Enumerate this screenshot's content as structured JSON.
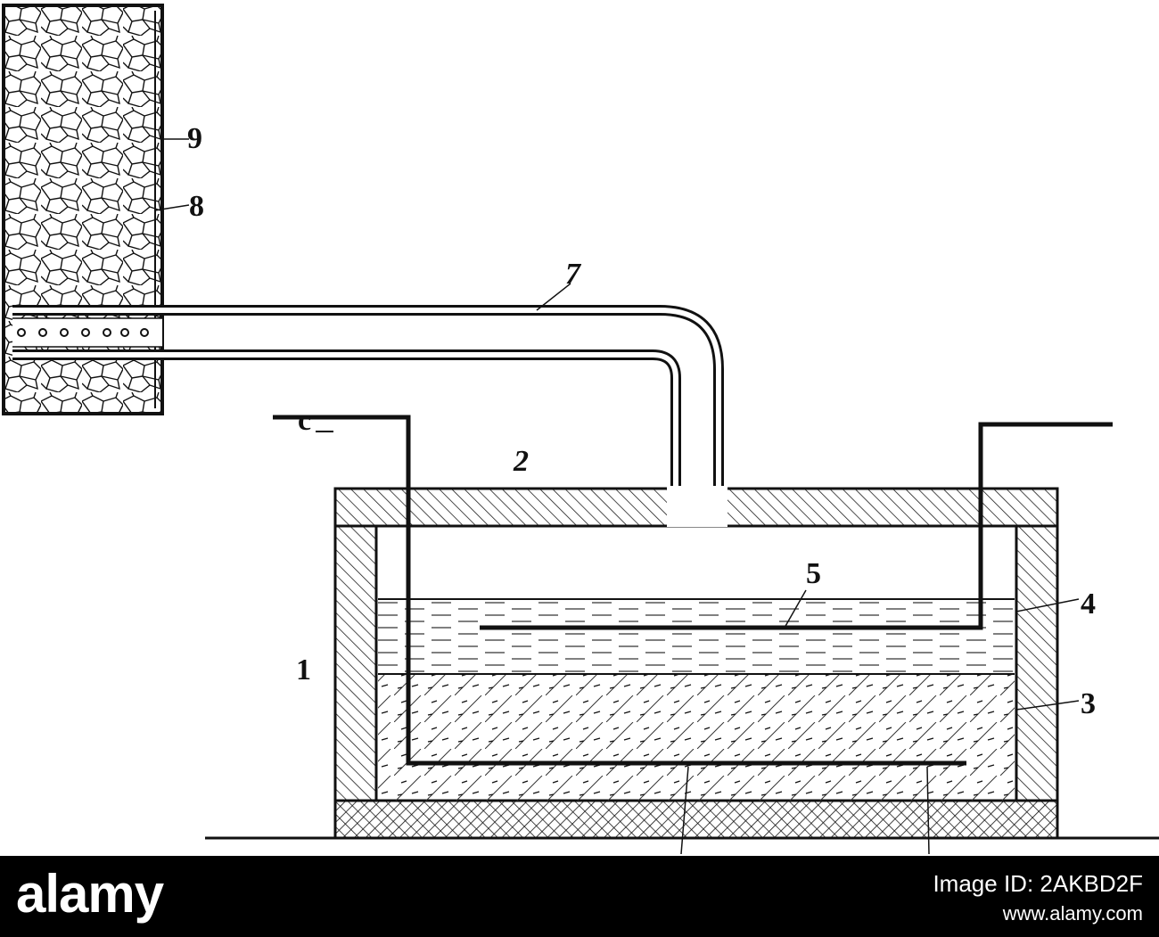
{
  "labels": {
    "l1": "1",
    "l2": "2",
    "l3": "3",
    "l4": "4",
    "l5": "5",
    "l7": "7",
    "l8": "8",
    "l9": "9",
    "lc": "c"
  },
  "watermark": {
    "brand": "alamy",
    "image_id": "Image ID: 2AKBD2F",
    "url": "www.alamy.com"
  },
  "colors": {
    "ink": "#111111",
    "paper": "#ffffff",
    "footer": "#000000"
  }
}
